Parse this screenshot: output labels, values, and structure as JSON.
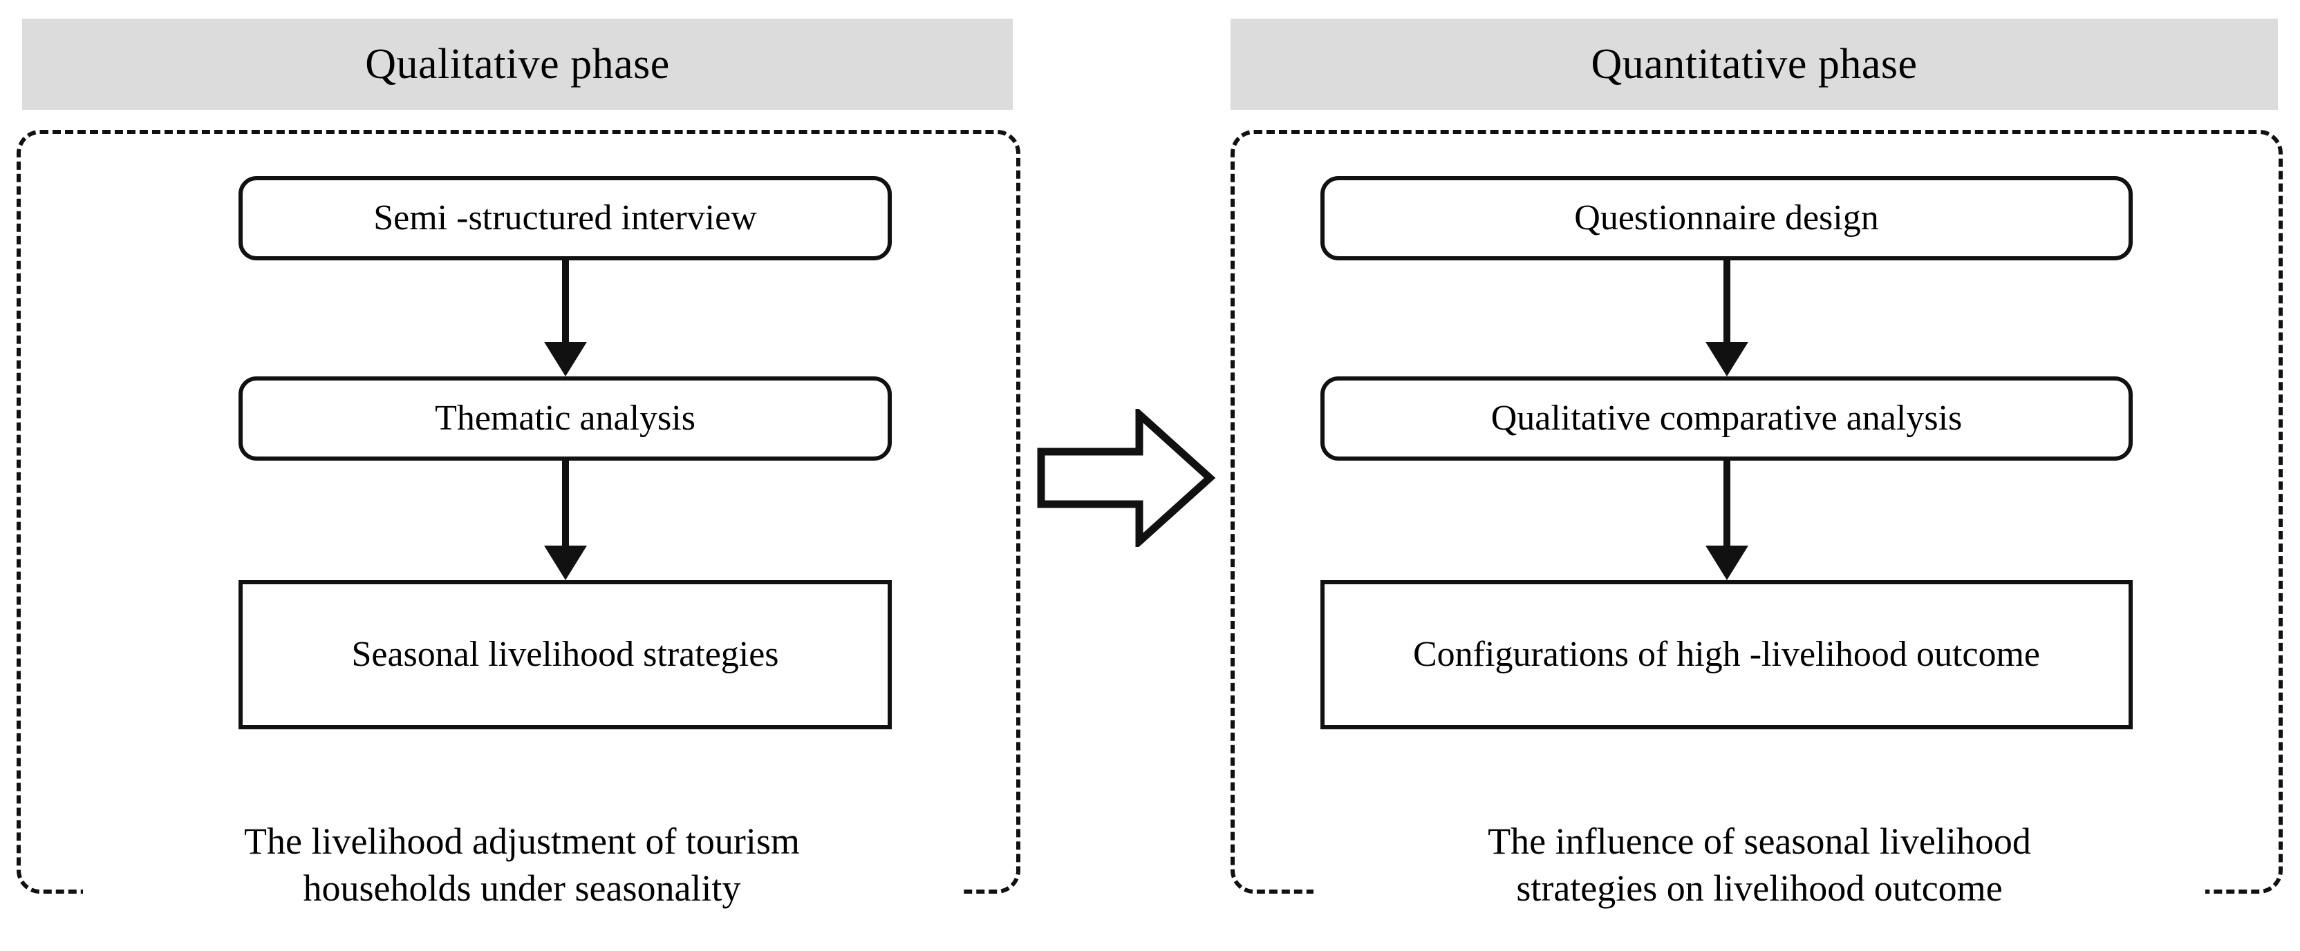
{
  "figure": {
    "type": "two-phase mixed-methods research flow diagram",
    "background_color": "#ffffff",
    "header_fill": "#dcdcdc",
    "line_color": "#111111"
  },
  "phases": [
    {
      "id": "qualitative",
      "header": "Qualitative phase",
      "steps": [
        {
          "label": "Semi -structured interview",
          "shape": "rounded-rectangle"
        },
        {
          "label": "Thematic analysis",
          "shape": "rounded-rectangle"
        },
        {
          "label_line1": "Seasonal",
          "label_line2": "livelihood strategies",
          "shape": "rectangle"
        }
      ],
      "caption_line1": "The livelihood adjustment of tourism",
      "caption_line2": "households under seasonality"
    },
    {
      "id": "quantitative",
      "header": "Quantitative phase",
      "steps": [
        {
          "label": "Questionnaire design",
          "shape": "rounded-rectangle"
        },
        {
          "label": "Qualitative comparative analysis",
          "shape": "rounded-rectangle"
        },
        {
          "label_line1": "Configurations of high -livelihood",
          "label_line2": "outcome",
          "shape": "rectangle"
        }
      ],
      "caption_line1": "The influence of seasonal livelihood",
      "caption_line2": "strategies on livelihood outcome"
    }
  ],
  "connectors": {
    "down_arrow_icon": "down-arrow-icon",
    "phase_transition_icon": "block-right-arrow-icon"
  }
}
